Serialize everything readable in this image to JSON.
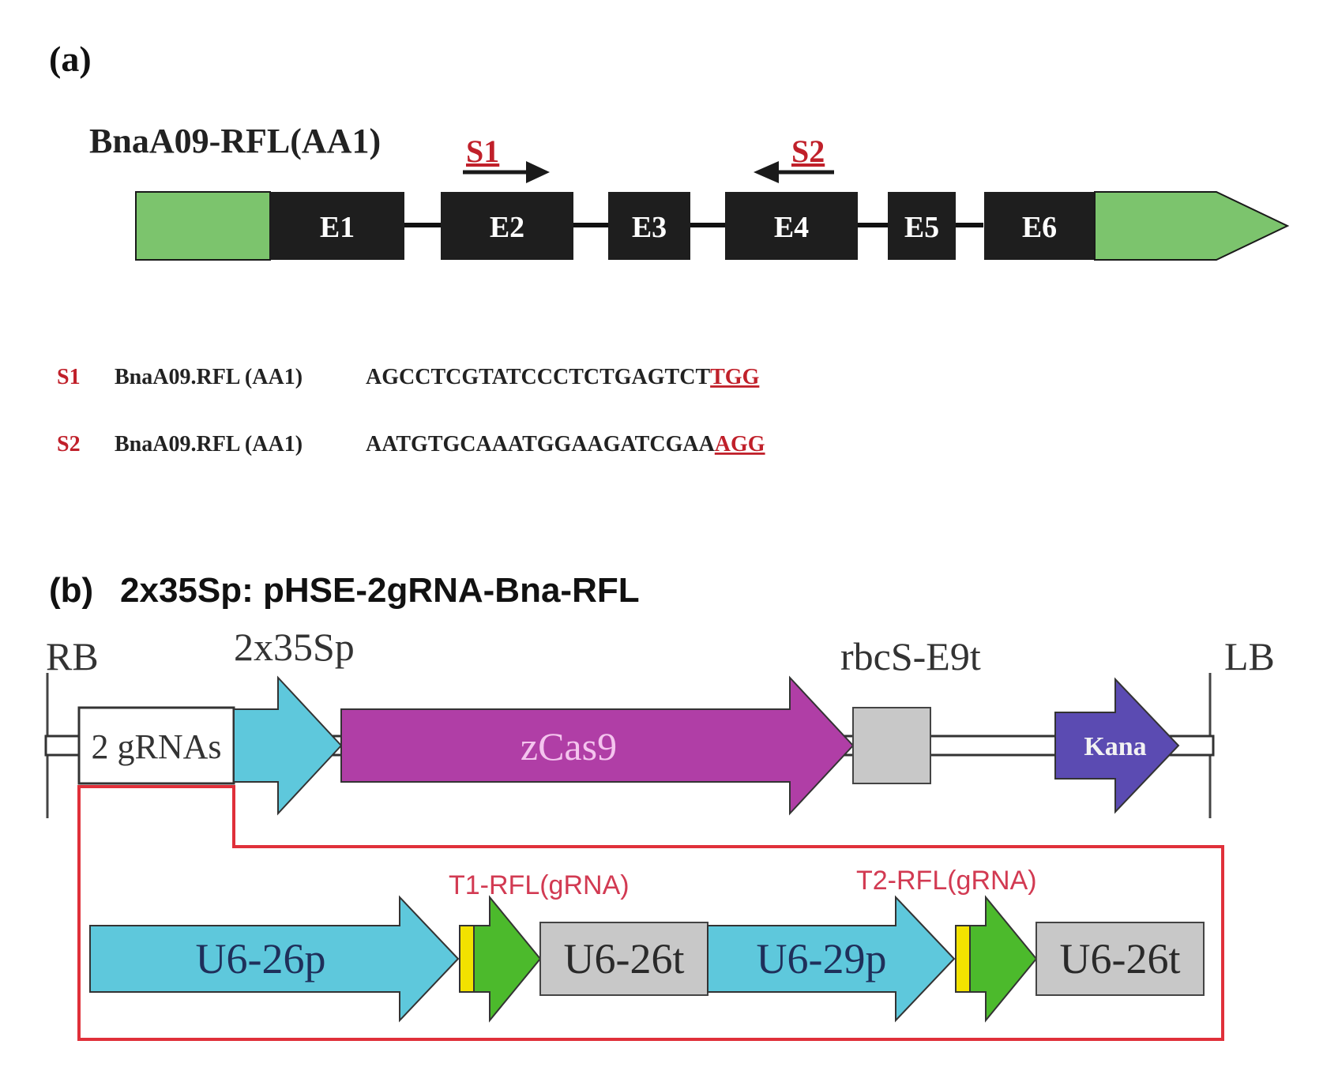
{
  "panel_a": {
    "label": "(a)",
    "gene_name": "BnaA09-RFL(AA1)",
    "exons": [
      "E1",
      "E2",
      "E3",
      "E4",
      "E5",
      "E6"
    ],
    "site1": "S1",
    "site2": "S2",
    "sequences": [
      {
        "site": "S1",
        "gene": "BnaA09.RFL (AA1)",
        "seq": "AGCCTCGTATCCCTCTGAGTCT",
        "pam": "TGG"
      },
      {
        "site": "S2",
        "gene": "BnaA09.RFL (AA1)",
        "seq": "AATGTGCAAATGGAAGATCGAA",
        "pam": "AGG"
      }
    ]
  },
  "panel_b": {
    "label": "(b)",
    "title": "2x35Sp: pHSE-2gRNA-Bna-RFL",
    "rb": "RB",
    "lb": "LB",
    "promoter_label": "2x35Sp",
    "terminator_label": "rbcS-E9t",
    "grnas_box": "2 gRNAs",
    "cas9": "zCas9",
    "kana": "Kana",
    "t1": "T1-RFL(gRNA)",
    "t2": "T2-RFL(gRNA)",
    "u6_26p": "U6-26p",
    "u6_26t_1": "U6-26t",
    "u6_29p": "U6-29p",
    "u6_26t_2": "U6-26t"
  },
  "colors": {
    "utr_green": "#7cc46d",
    "exon_black": "#1e1e1e",
    "primer_red": "#c0202a",
    "cyan": "#5ec8dc",
    "magenta": "#b03ea6",
    "grey": "#c8c8c8",
    "purple": "#5b4bb2",
    "green_arrow": "#4cba2c",
    "yellow": "#f2e200",
    "frame_red": "#e0303a"
  }
}
